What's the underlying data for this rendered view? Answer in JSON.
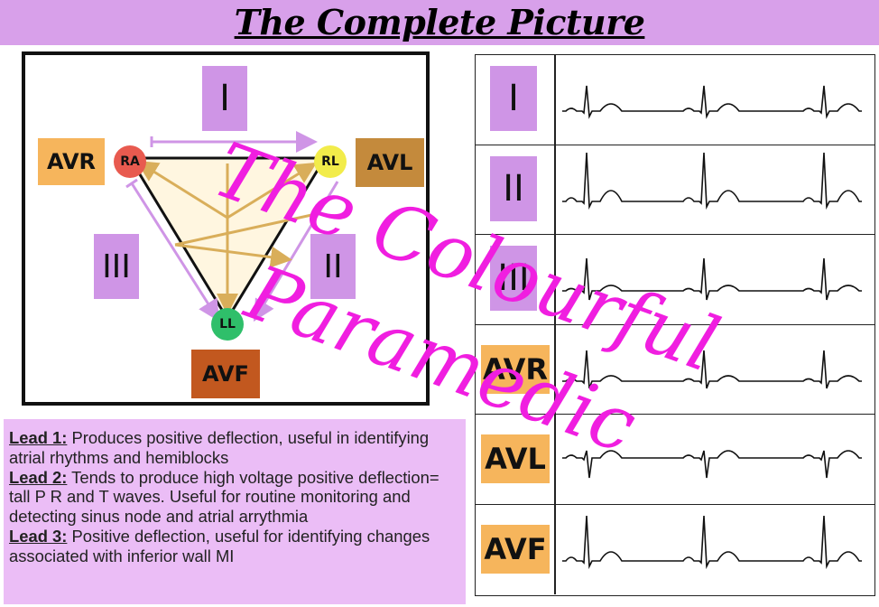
{
  "header": {
    "title": "The Complete Picture"
  },
  "diagram": {
    "lead_i": "I",
    "lead_ii": "II",
    "lead_iii": "III",
    "avr": "AVR",
    "avl": "AVL",
    "avf": "AVF",
    "node_ra": "RA",
    "node_rl": "RL",
    "node_ll": "LL",
    "colors": {
      "lead_box": "#cf95e6",
      "avr_box": "#f6b55c",
      "avl_box": "#c48a3c",
      "avf_box": "#c2581f",
      "node_ra": "#e85a4f",
      "node_rl": "#f2ec4a",
      "node_ll": "#2fbf6a",
      "triangle_fill": "#fff6e0",
      "vector": "#d9ae5a"
    }
  },
  "description": {
    "lead1_label": "Lead 1:",
    "lead1_text": " Produces positive deflection, useful in identifying atrial rhythms and hemiblocks",
    "lead2_label": "Lead 2:",
    "lead2_text": " Tends to produce high voltage positive deflection= tall P R and T waves. Useful for routine monitoring  and detecting sinus node and atrial arrythmia",
    "lead3_label": "Lead 3:",
    "lead3_text": " Positive deflection, useful for identifying changes associated with inferior wall MI"
  },
  "ecg_rows": [
    {
      "label": "I",
      "kind": "lead"
    },
    {
      "label": "II",
      "kind": "lead"
    },
    {
      "label": "III",
      "kind": "lead"
    },
    {
      "label": "AVR",
      "kind": "aug"
    },
    {
      "label": "AVL",
      "kind": "aug"
    },
    {
      "label": "AVF",
      "kind": "aug"
    }
  ],
  "watermark": {
    "line1": "The Colourful",
    "line2": "Paramedic",
    "color": "#f01ee0"
  }
}
